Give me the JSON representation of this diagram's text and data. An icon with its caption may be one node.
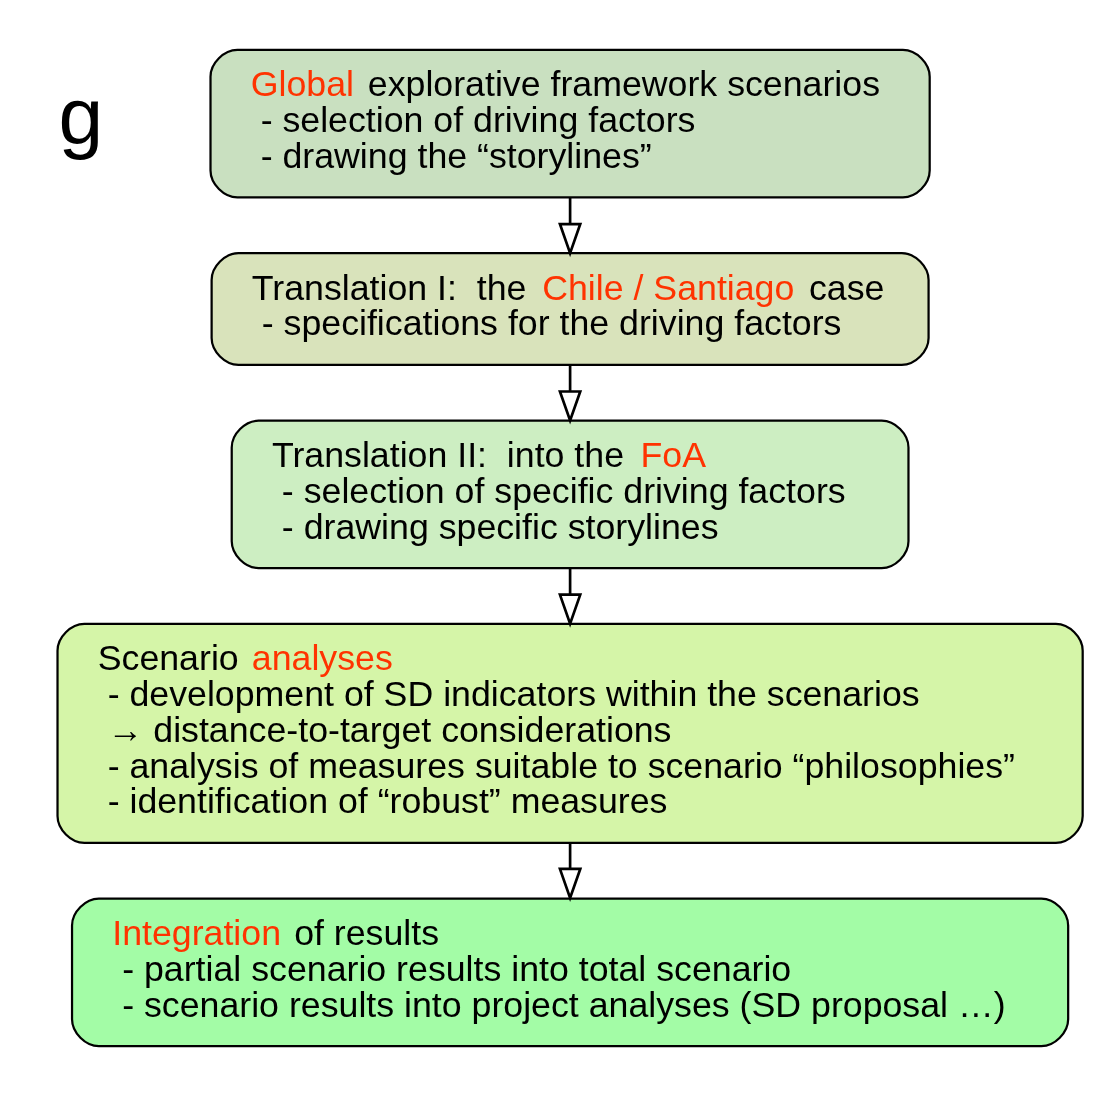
{
  "diagram": {
    "nodes": [
      {
        "text": [
          "**Global** explorative framework scenarios",
          "- selection of driving factors",
          "- drawing the “storylines”"
        ]
      },
      {
        "text": [
          "Translation I:  the **Chile / Santiago** case",
          "- specifications for the driving factors"
        ]
      },
      {
        "text": [
          "Translation II:  into the **FoA**",
          "- selection of specific driving factors",
          "- drawing specific storylines"
        ]
      },
      {
        "text": [
          "Scenario **analyses**",
          "- development of SD indicators within the scenarios",
          "→ distance-to-target considerations",
          "- analysis of measures suitable to scenario “philosophies”",
          "- identification of “robust” measures"
        ]
      },
      {
        "text": [
          "**Integration** of results",
          "- partial scenario results into total scenario",
          "- scenario results into project analyses (SD proposal …)"
        ]
      }
    ],
    "edges": [
      {
        "from": 0,
        "to": 1,
        "arrow": "to"
      },
      {
        "from": 1,
        "to": 2,
        "arrow": "to"
      },
      {
        "from": 2,
        "to": 3,
        "arrow": "to"
      },
      {
        "from": 3,
        "to": 4,
        "arrow": "to"
      }
    ],
    "labels": [
      "g"
    ]
  }
}
